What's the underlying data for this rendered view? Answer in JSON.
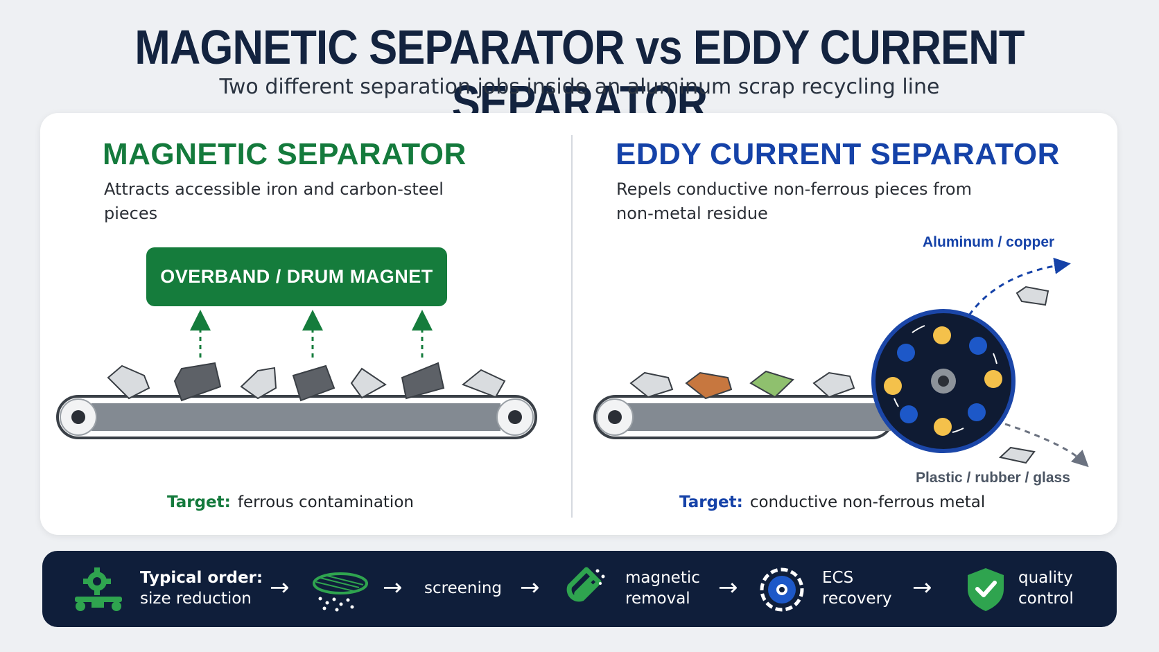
{
  "header": {
    "title": "MAGNETIC SEPARATOR vs EDDY CURRENT SEPARATOR",
    "subtitle": "Two different separation jobs inside an aluminum scrap recycling line"
  },
  "magnetic": {
    "title": "MAGNETIC SEPARATOR",
    "description": "Attracts accessible iron and carbon-steel pieces",
    "magnet_label": "OVERBAND / DRUM MAGNET",
    "target_label": "Target:",
    "target_value": "ferrous contamination"
  },
  "eddy": {
    "title": "EDDY CURRENT SEPARATOR",
    "description": "Repels conductive non-ferrous pieces from non-metal residue",
    "output_metal": "Aluminum / copper",
    "output_residue": "Plastic / rubber / glass",
    "target_label": "Target:",
    "target_value": "conductive non-ferrous metal"
  },
  "process_bar": {
    "steps": [
      {
        "label_bold": "Typical order:",
        "label": "size reduction",
        "icon": "gear-crusher-icon"
      },
      {
        "label": "screening",
        "icon": "screen-sieve-icon"
      },
      {
        "label_line1": "magnetic",
        "label_line2": "removal",
        "icon": "magnet-icon"
      },
      {
        "label_line1": "ECS",
        "label_line2": "recovery",
        "icon": "ecs-rotor-icon"
      },
      {
        "label_line1": "quality",
        "label_line2": "control",
        "icon": "shield-check-icon"
      }
    ],
    "arrow": "→"
  },
  "colors": {
    "magnetic_accent": "#147a3c",
    "eddy_accent": "#1542a8",
    "bar_background": "#0f1e3a",
    "icon_green": "#2fa44f"
  }
}
